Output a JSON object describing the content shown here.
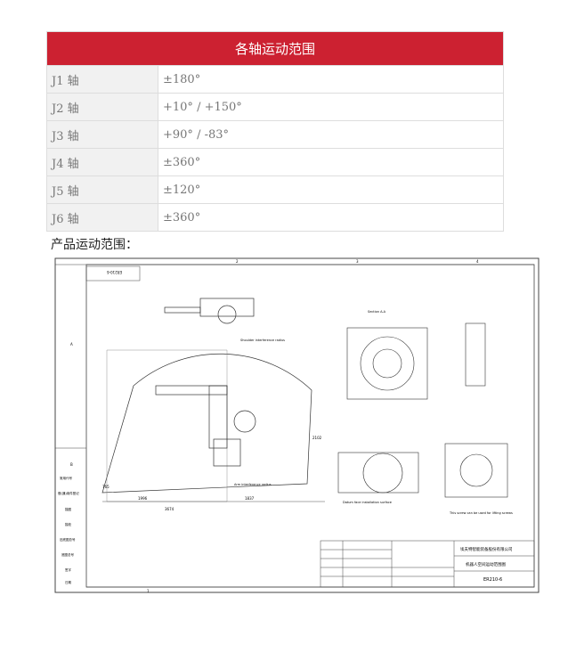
{
  "table": {
    "title": "各轴运动范围",
    "rows": [
      {
        "axis": "J1 轴",
        "range": "±180°"
      },
      {
        "axis": "J2 轴",
        "range": "+10° / +150°"
      },
      {
        "axis": "J3 轴",
        "range": "+90° / -83°"
      },
      {
        "axis": "J4 轴",
        "range": "±360°"
      },
      {
        "axis": "J5 轴",
        "range": "±120°"
      },
      {
        "axis": "J6 轴",
        "range": "±360°"
      }
    ]
  },
  "caption": "产品运动范围：",
  "drawing": {
    "columns": [
      "1",
      "2",
      "3",
      "4"
    ],
    "rows": [
      "A",
      "B"
    ],
    "stamp": "ER210-6",
    "side_labels": [
      "常用代号",
      "借(通)用件登记",
      "描图",
      "描校",
      "旧底图总号",
      "底图总号",
      "签字",
      "日期"
    ],
    "company": "埃夫特智能装备股份有限公司",
    "drawing_title": "机器人空间运动范围图",
    "drawing_no": "ER210-6",
    "notes": [
      "Shoulder interference radius",
      "Arm interference radius",
      "Section A-A",
      "Datum face installation surface",
      "This screw can be used for lifting screws"
    ],
    "dims": [
      "3674",
      "1996",
      "1837",
      "2102",
      "765"
    ]
  }
}
